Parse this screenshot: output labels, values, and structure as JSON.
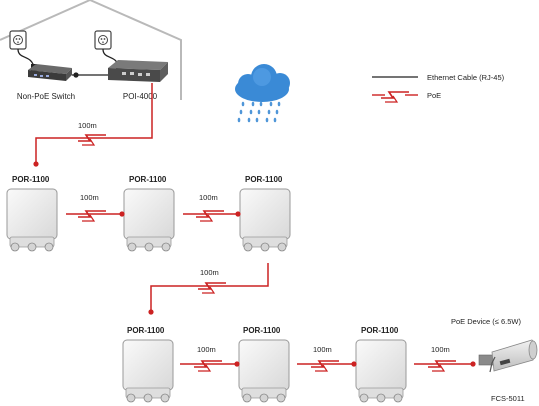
{
  "legend": {
    "ethernet_label": "Ethernet Cable (RJ-45)",
    "poe_label": "PoE"
  },
  "house": {
    "switch_label": "Non-PoE Switch",
    "injector_label": "POI-4000"
  },
  "links": {
    "main_distance": "100m"
  },
  "nodes": {
    "unit_label": "POR-1100"
  },
  "camera": {
    "device_caption": "PoE Device (≤ 6.5W)",
    "model_label": "FCS-5011"
  },
  "icons": {
    "weather": "rain-cloud-icon",
    "outlet": "power-outlet-icon",
    "spark": "lightning-bolt-icon"
  },
  "colors": {
    "poe_red": "#cc2222",
    "ethernet_black": "#222222",
    "cloud_blue": "#3a8ad6",
    "rain_blue": "#4f96d8",
    "house_outline": "#b9b9b9",
    "enclosure": "#ececec"
  }
}
